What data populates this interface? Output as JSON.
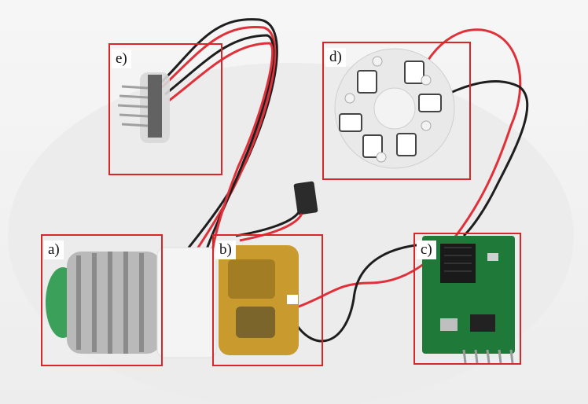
{
  "panels": [
    {
      "id": "a",
      "label": "a)"
    },
    {
      "id": "b",
      "label": "b)"
    },
    {
      "id": "c",
      "label": "c)"
    },
    {
      "id": "d",
      "label": "d)"
    },
    {
      "id": "e",
      "label": "e)"
    }
  ],
  "colors": {
    "frame": "#d9262a",
    "wire_red": "#e0303a",
    "wire_black": "#1e1e1e",
    "pcb_green": "#1f7a3a",
    "led_board": "#e9e9ea",
    "kapton": "#c99a2e"
  }
}
